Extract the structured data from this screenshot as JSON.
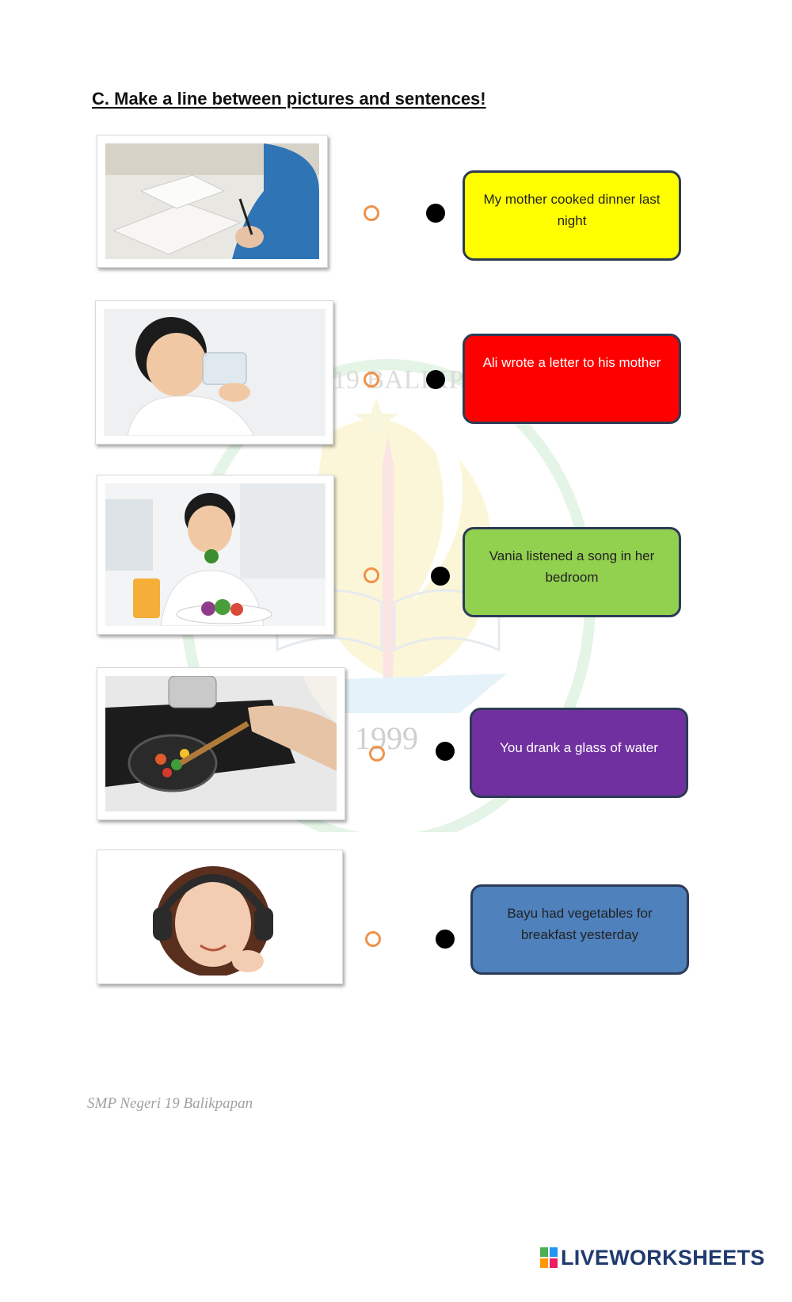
{
  "worksheet": {
    "title": "C.  Make a line between pictures and sentences!",
    "watermark_year": "1999",
    "watermark_text": "19 BALIKPAPAN",
    "footer_school": "SMP Negeri 19 Balikpapan",
    "brand": "LIVEWORKSHEETS"
  },
  "pictures": [
    {
      "icon": "writing-photo"
    },
    {
      "icon": "drinking-water-photo"
    },
    {
      "icon": "eating-vegetables-photo"
    },
    {
      "icon": "cooking-photo"
    },
    {
      "icon": "headphones-photo"
    }
  ],
  "sentences": [
    {
      "text": "My mother cooked dinner last night",
      "color": "#ffff00",
      "text_color": "#222222"
    },
    {
      "text": "Ali wrote a letter to his mother",
      "color": "#ff0000",
      "text_color": "#ffffff"
    },
    {
      "text": "Vania listened a song in her bedroom",
      "color": "#92d050",
      "text_color": "#222222"
    },
    {
      "text": "You drank a glass of water",
      "color": "#7030a0",
      "text_color": "#ffffff"
    },
    {
      "text": "Bayu had  vegetables for breakfast yesterday",
      "color": "#4f81bd",
      "text_color": "#222222"
    }
  ],
  "colors": {
    "anchor_ring": "#f0924a",
    "card_border": "#2d3b55"
  }
}
